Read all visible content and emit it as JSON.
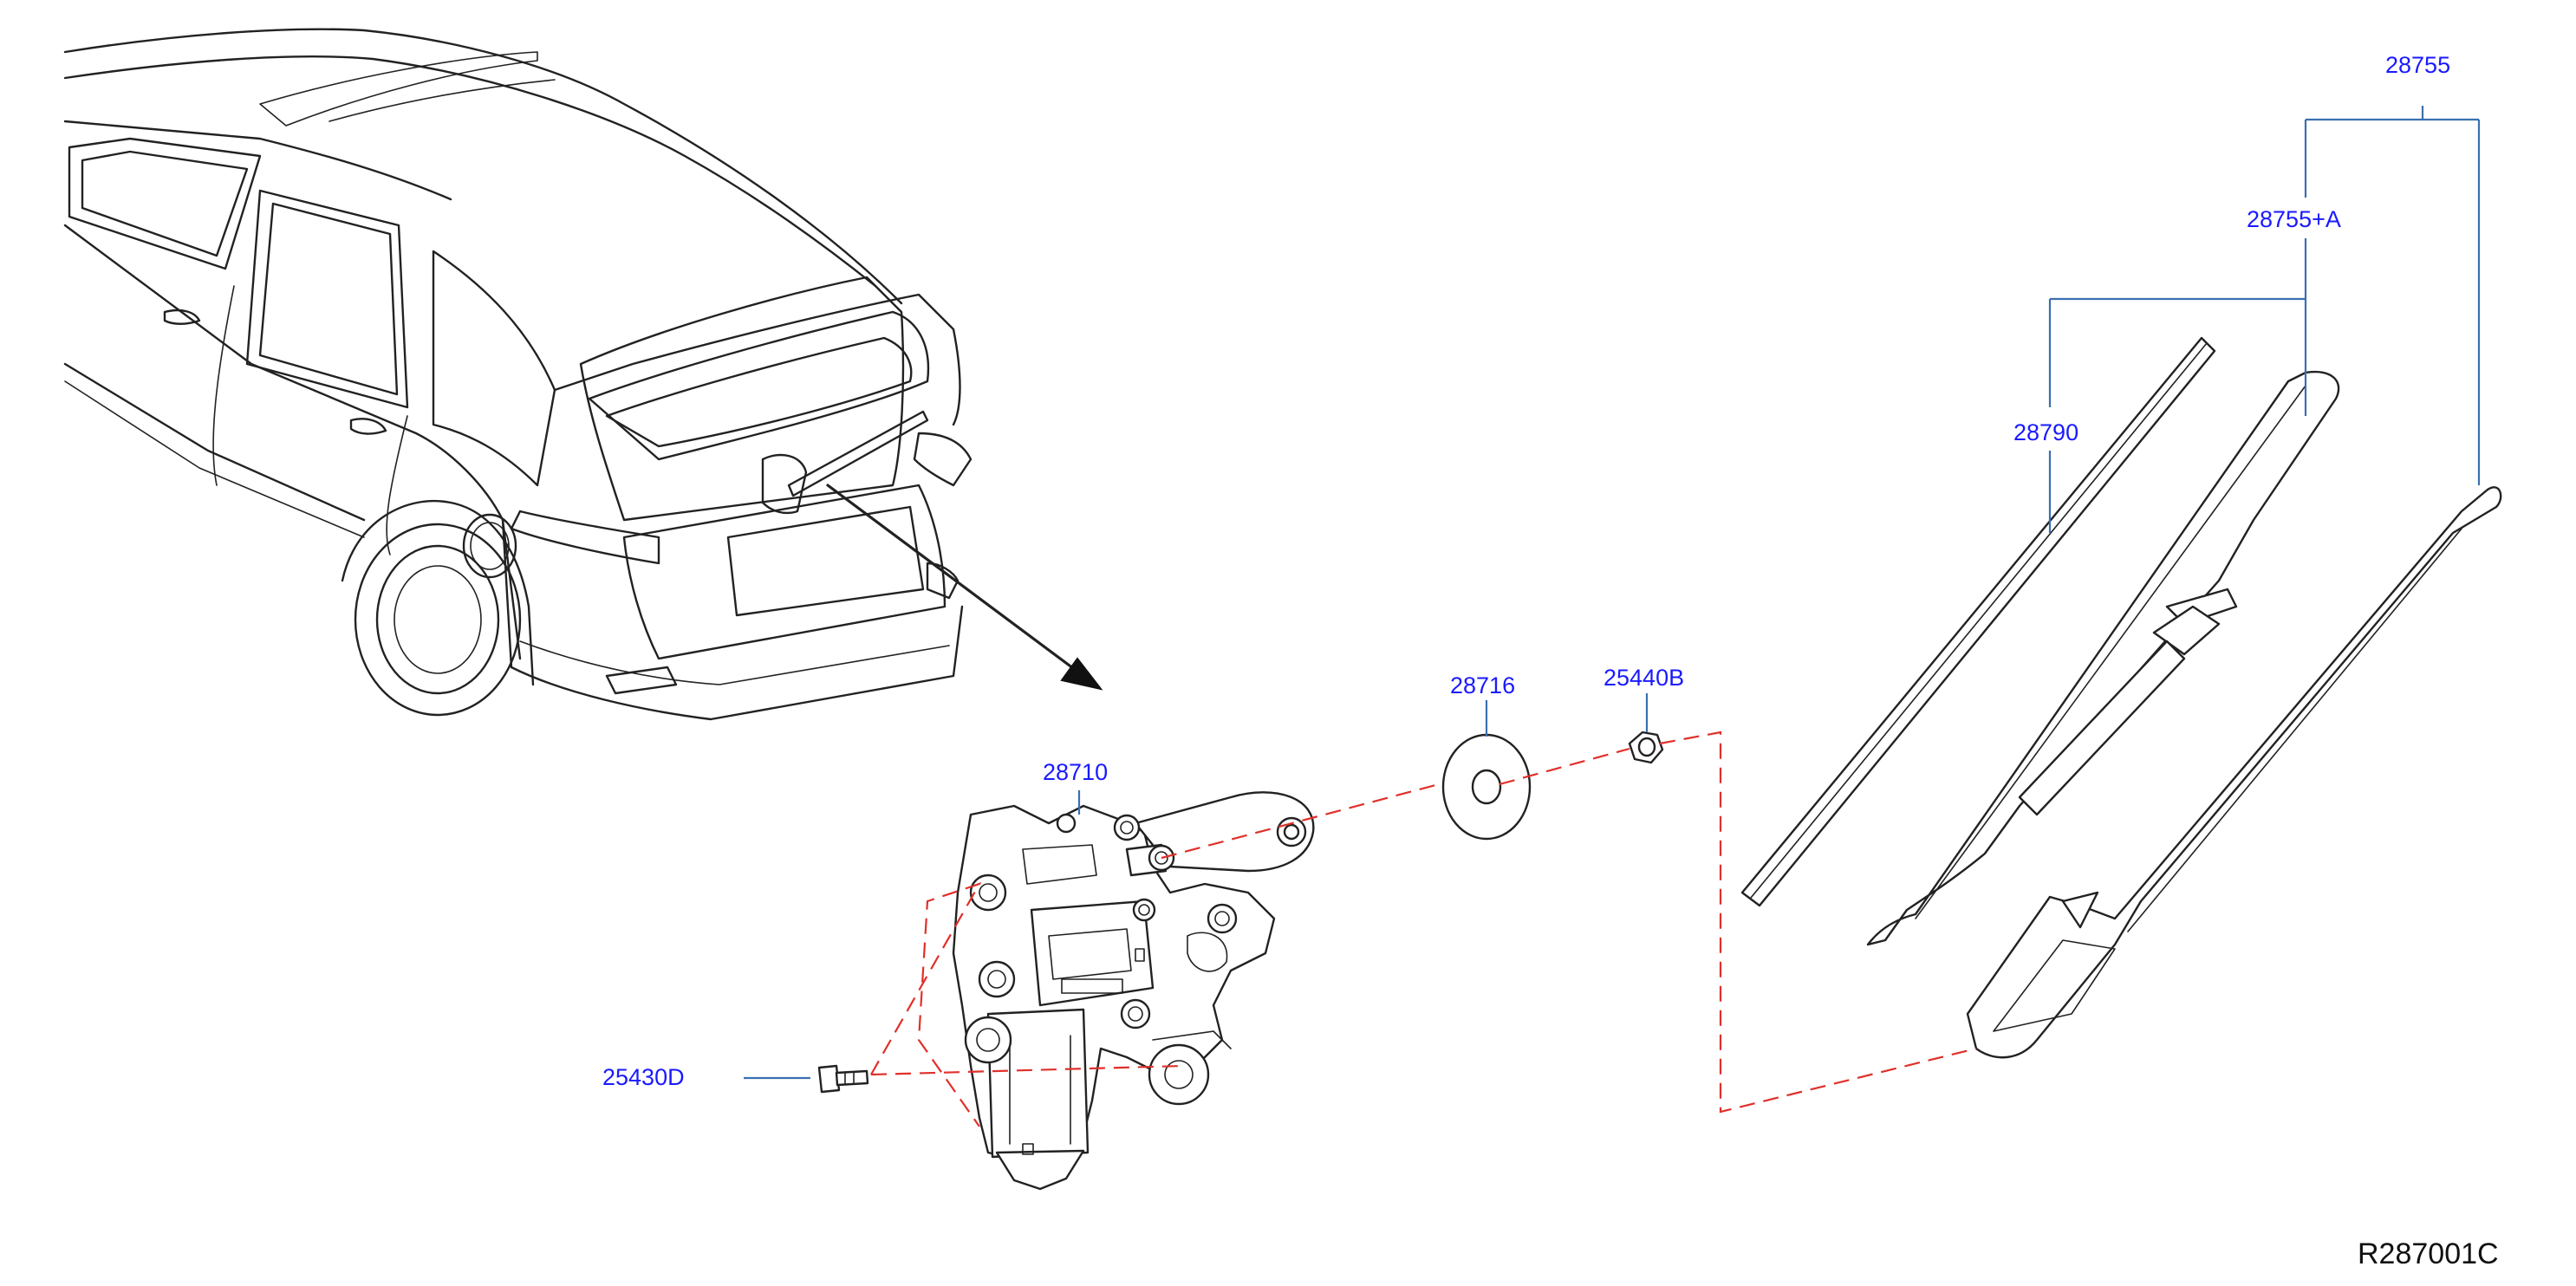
{
  "diagram": {
    "ref_code": "R287001C",
    "colors": {
      "label": "#1a1aff",
      "leader": "#3a6fb0",
      "dashed_guide": "#e0302a",
      "outline": "#222222"
    },
    "labels": {
      "p28755": "28755",
      "p28755A": "28755+A",
      "p28790": "28790",
      "p28716": "28716",
      "p25440B": "25440B",
      "p28710": "28710",
      "p25430D": "25430D"
    }
  }
}
